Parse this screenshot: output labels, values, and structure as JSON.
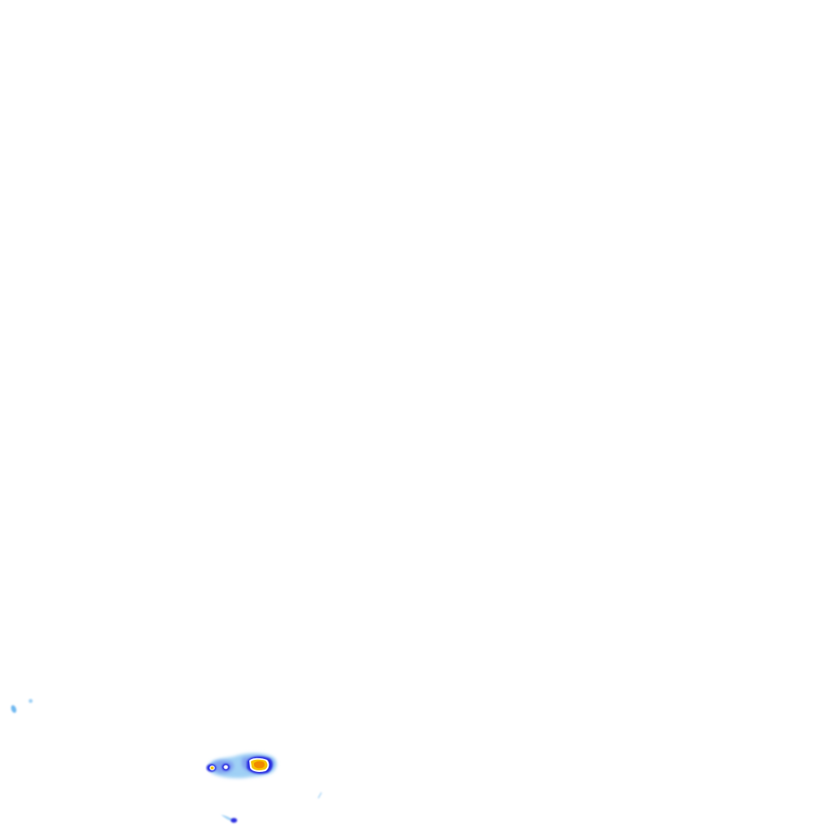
{
  "layer": {
    "type": "radar-precipitation-overlay",
    "background": "#ffffff",
    "palette": {
      "light": "#9fd0f5",
      "light_mid": "#6fb8f0",
      "medium": "#7fa0f0",
      "heavy": "#2a2fe0",
      "core_outline": "#ffffff",
      "core_yellow": "#f5c400",
      "core_orange": "#f08a00"
    },
    "echoes": [
      {
        "name": "main-storm-cell",
        "intensity_levels": [
          "light",
          "medium",
          "heavy",
          "core_yellow",
          "core_orange"
        ]
      },
      {
        "name": "small-echo-west",
        "intensity_levels": [
          "light_mid"
        ]
      },
      {
        "name": "small-echo-west-2",
        "intensity_levels": [
          "light"
        ]
      },
      {
        "name": "small-echo-south",
        "intensity_levels": [
          "heavy",
          "light"
        ]
      },
      {
        "name": "small-echo-east-streak",
        "intensity_levels": [
          "light"
        ]
      }
    ]
  }
}
